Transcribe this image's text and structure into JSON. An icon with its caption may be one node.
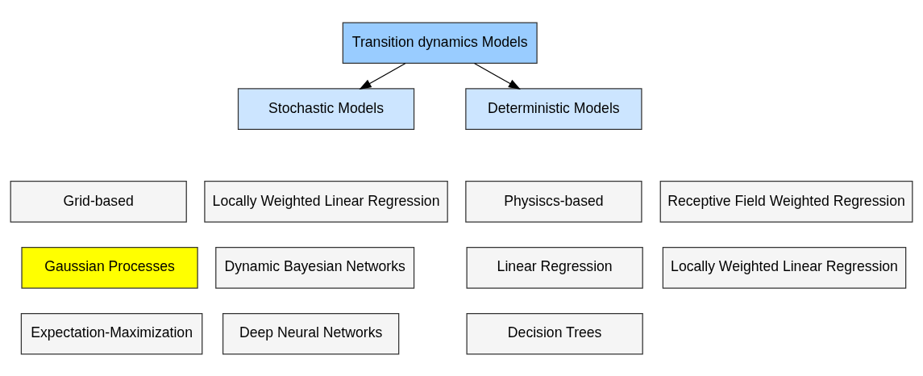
{
  "diagram": {
    "nodes": [
      {
        "text": [
          "Transition dynamics Models"
        ]
      },
      {
        "text": [
          "Stochastic Models"
        ]
      },
      {
        "text": [
          "Deterministic Models"
        ]
      },
      {
        "text": [
          "Grid-based"
        ]
      },
      {
        "text": [
          "Locally Weighted Linear Regression"
        ]
      },
      {
        "text": [
          "Gaussian Processes"
        ]
      },
      {
        "text": [
          "Dynamic Bayesian Networks"
        ]
      },
      {
        "text": [
          "Expectation-Maximization"
        ]
      },
      {
        "text": [
          "Deep Neural Networks"
        ]
      },
      {
        "text": [
          "Physiscs-based"
        ]
      },
      {
        "text": [
          "Receptive Field Weighted Regression"
        ]
      },
      {
        "text": [
          "Linear Regression"
        ]
      },
      {
        "text": [
          "Locally Weighted Linear Regression"
        ]
      },
      {
        "text": [
          "Decision Trees"
        ]
      }
    ],
    "edges": [
      {
        "from": 0,
        "to": 1,
        "arrow": "to"
      },
      {
        "from": 0,
        "to": 2,
        "arrow": "to"
      }
    ]
  }
}
